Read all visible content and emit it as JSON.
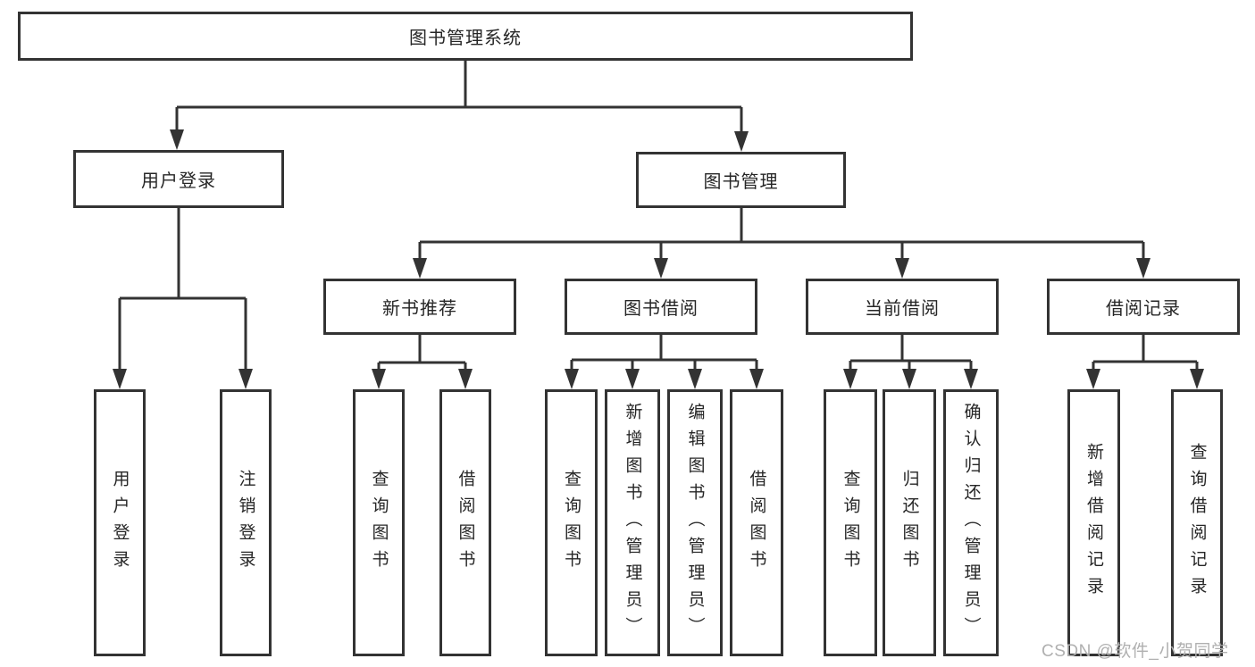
{
  "colors": {
    "line": "#333333",
    "text": "#262626",
    "box_background": "#ffffff",
    "watermark": "#b0b0b0"
  },
  "watermark": {
    "text": "CSDN @软件_小贺同学"
  },
  "nodes": {
    "root": {
      "label": "图书管理系统"
    },
    "user_login": {
      "label": "用户登录"
    },
    "book_mgmt": {
      "label": "图书管理"
    },
    "new_book_rec": {
      "label": "新书推荐"
    },
    "book_borrow": {
      "label": "图书借阅"
    },
    "current_borrow": {
      "label": "当前借阅"
    },
    "borrow_record": {
      "label": "借阅记录"
    },
    "leaf_user_login": {
      "label": "用户登录"
    },
    "leaf_logout": {
      "label": "注销登录"
    },
    "leaf_query_book_1": {
      "label": "查询图书"
    },
    "leaf_borrow_book_1": {
      "label": "借阅图书"
    },
    "leaf_query_book_2": {
      "label": "查询图书"
    },
    "leaf_add_book": {
      "label": "新增图书（管理员）"
    },
    "leaf_edit_book": {
      "label": "编辑图书（管理员）"
    },
    "leaf_borrow_book_2": {
      "label": "借阅图书"
    },
    "leaf_query_book_3": {
      "label": "查询图书"
    },
    "leaf_return_book": {
      "label": "归还图书"
    },
    "leaf_confirm_return": {
      "label": "确认归还（管理员）"
    },
    "leaf_add_record": {
      "label": "新增借阅记录"
    },
    "leaf_query_record": {
      "label": "查询借阅记录"
    }
  }
}
